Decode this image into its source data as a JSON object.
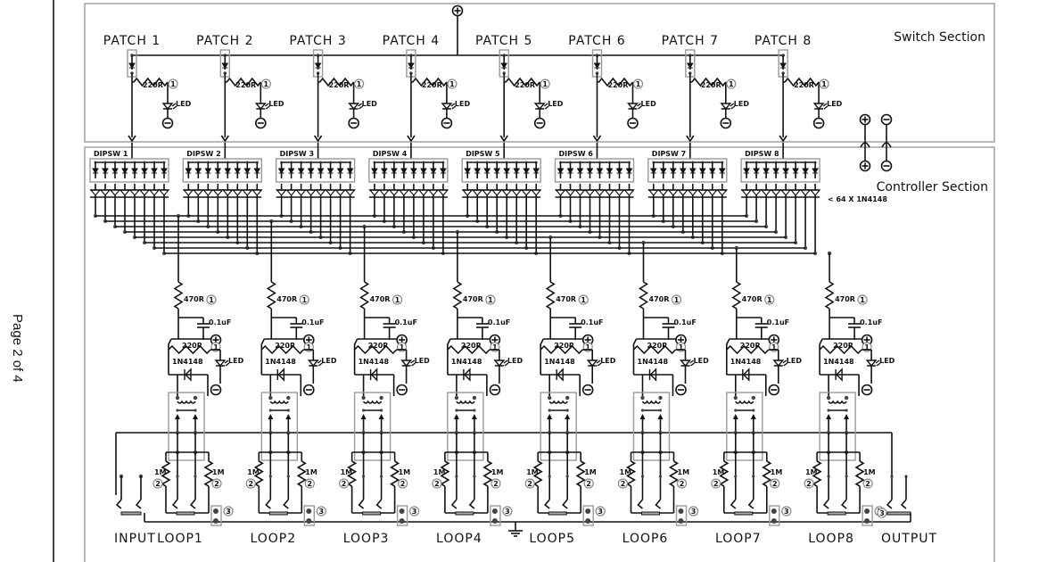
{
  "page_label": "Page 2 of 4",
  "switch_section": {
    "title": "Switch Section",
    "patches": [
      "PATCH 1",
      "PATCH 2",
      "PATCH 3",
      "PATCH 4",
      "PATCH 5",
      "PATCH 6",
      "PATCH 7",
      "PATCH 8"
    ],
    "resistor": "220R",
    "resistor_note": "1",
    "led": "LED"
  },
  "controller_section": {
    "title": "Controller Section",
    "dipswitches": [
      "DIPSW 1",
      "DIPSW 2",
      "DIPSW 3",
      "DIPSW 4",
      "DIPSW 5",
      "DIPSW 6",
      "DIPSW 7",
      "DIPSW 8"
    ],
    "diode_matrix_note": "< 64 X 1N4148",
    "base_resistor": "470R",
    "capacitor": "0.1uF",
    "relay_resistor": "220R",
    "diode": "1N4148",
    "led": "LED",
    "jack_resistor": "1M",
    "note_1": "1",
    "note_2": "2",
    "note_3": "3",
    "loops": [
      "LOOP1",
      "LOOP2",
      "LOOP3",
      "LOOP4",
      "LOOP5",
      "LOOP6",
      "LOOP7",
      "LOOP8"
    ],
    "input": "INPUT",
    "output": "OUTPUT"
  }
}
